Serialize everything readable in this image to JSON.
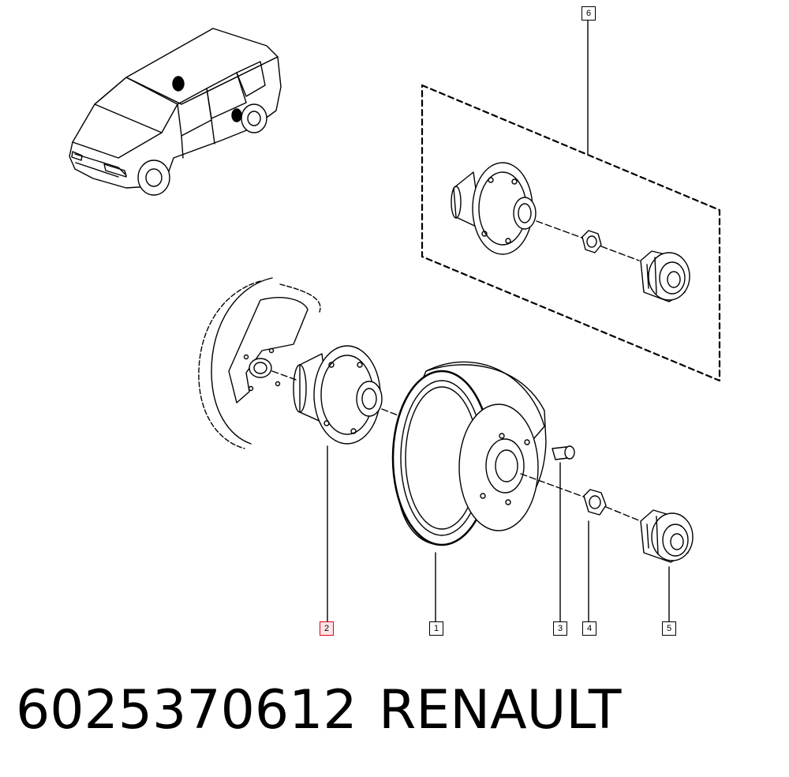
{
  "callouts": {
    "c1": "1",
    "c2": "2",
    "c3": "3",
    "c4": "4",
    "c5": "5",
    "c6": "6"
  },
  "selected_callout": "2",
  "caption": {
    "part_number": "6025370612",
    "brand": "RENAULT"
  },
  "colors": {
    "line": "#000000",
    "highlight": "#e0001a",
    "background": "#ffffff"
  }
}
